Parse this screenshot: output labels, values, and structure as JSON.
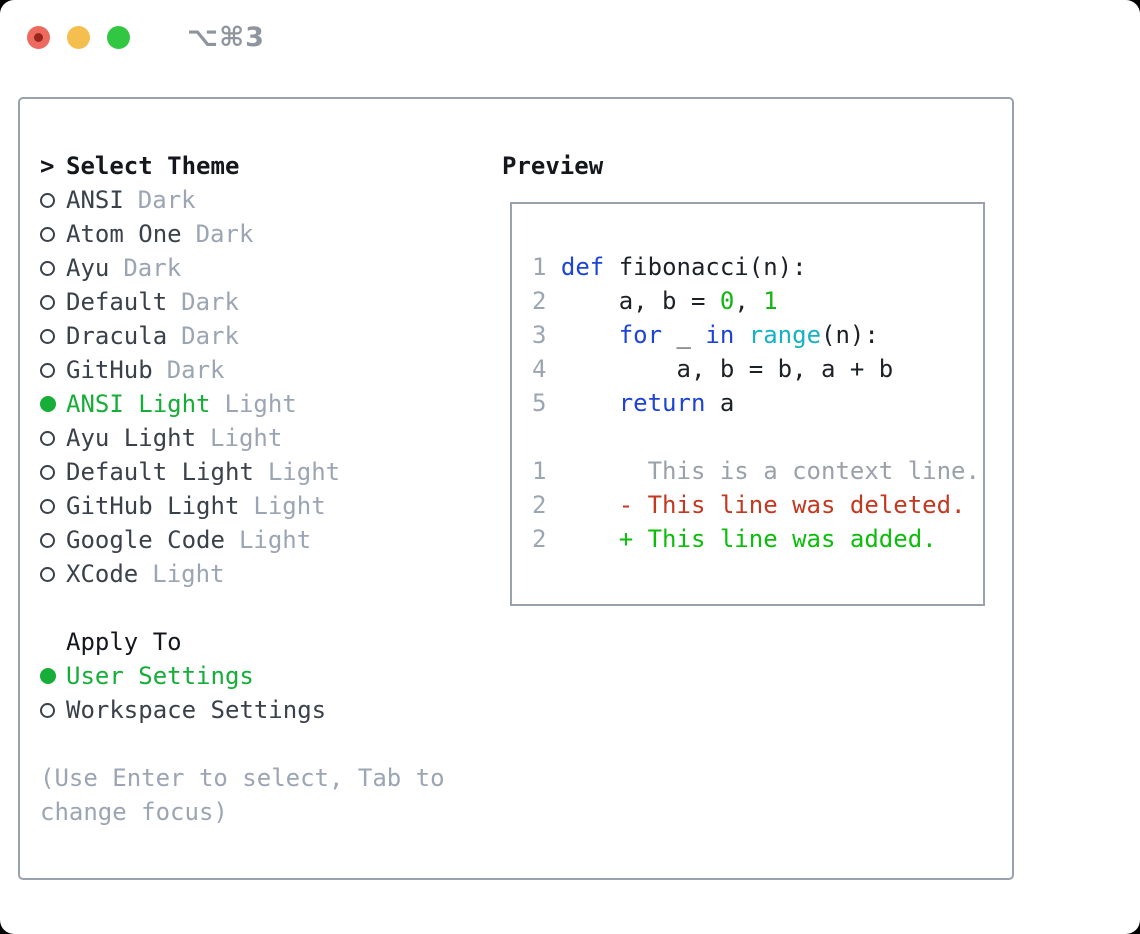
{
  "window": {
    "title": "⌥⌘3"
  },
  "titlebar_buttons": [
    {
      "name": "close",
      "color": "#ee6a5e",
      "has_inner_dot": true
    },
    {
      "name": "minimize",
      "color": "#f5bf4f",
      "has_inner_dot": false
    },
    {
      "name": "zoom",
      "color": "#32c743",
      "has_inner_dot": false
    }
  ],
  "theme_panel": {
    "prompt": ">",
    "title": "Select Theme",
    "items": [
      {
        "name": "ANSI",
        "variant": "Dark",
        "selected": false
      },
      {
        "name": "Atom One",
        "variant": "Dark",
        "selected": false
      },
      {
        "name": "Ayu",
        "variant": "Dark",
        "selected": false
      },
      {
        "name": "Default",
        "variant": "Dark",
        "selected": false
      },
      {
        "name": "Dracula",
        "variant": "Dark",
        "selected": false
      },
      {
        "name": "GitHub",
        "variant": "Dark",
        "selected": false
      },
      {
        "name": "ANSI Light",
        "variant": "Light",
        "selected": true
      },
      {
        "name": "Ayu Light",
        "variant": "Light",
        "selected": false
      },
      {
        "name": "Default Light",
        "variant": "Light",
        "selected": false
      },
      {
        "name": "GitHub Light",
        "variant": "Light",
        "selected": false
      },
      {
        "name": "Google Code",
        "variant": "Light",
        "selected": false
      },
      {
        "name": "XCode",
        "variant": "Light",
        "selected": false
      }
    ],
    "apply_to": {
      "title": "Apply To",
      "options": [
        {
          "name": "User Settings",
          "selected": true
        },
        {
          "name": "Workspace Settings",
          "selected": false
        }
      ]
    },
    "help": "(Use Enter to select, Tab to change focus)"
  },
  "preview": {
    "title": "Preview",
    "lines": [
      [
        {
          "t": "1 ",
          "c": "ln"
        },
        {
          "t": "def",
          "c": "kw"
        },
        {
          "t": " fibonacci(n):",
          "c": "plain"
        }
      ],
      [
        {
          "t": "2 ",
          "c": "ln"
        },
        {
          "t": "    a, b = ",
          "c": "plain"
        },
        {
          "t": "0",
          "c": "num"
        },
        {
          "t": ", ",
          "c": "plain"
        },
        {
          "t": "1",
          "c": "num"
        }
      ],
      [
        {
          "t": "3 ",
          "c": "ln"
        },
        {
          "t": "    ",
          "c": "plain"
        },
        {
          "t": "for",
          "c": "kw"
        },
        {
          "t": " _ ",
          "c": "plain"
        },
        {
          "t": "in",
          "c": "kw"
        },
        {
          "t": " ",
          "c": "plain"
        },
        {
          "t": "range",
          "c": "fn"
        },
        {
          "t": "(n):",
          "c": "plain"
        }
      ],
      [
        {
          "t": "4 ",
          "c": "ln"
        },
        {
          "t": "        a, b = b, a + b",
          "c": "plain"
        }
      ],
      [
        {
          "t": "5 ",
          "c": "ln"
        },
        {
          "t": "    ",
          "c": "plain"
        },
        {
          "t": "return",
          "c": "kw"
        },
        {
          "t": " a",
          "c": "plain"
        }
      ],
      [],
      [
        {
          "t": "1 ",
          "c": "ln"
        },
        {
          "t": "      This is a context line.",
          "c": "ctx"
        }
      ],
      [
        {
          "t": "2 ",
          "c": "ln"
        },
        {
          "t": "    - This line was deleted.",
          "c": "del"
        }
      ],
      [
        {
          "t": "2 ",
          "c": "ln"
        },
        {
          "t": "    + This line was added.",
          "c": "add"
        }
      ]
    ]
  },
  "colors": {
    "border": "#9aa2ad",
    "heading": "#14181d",
    "item": "#3a414a",
    "muted": "#9ba5b3",
    "green": "#16ad38",
    "code": "#1c2127",
    "kw": "#1d44d2",
    "fn": "#15b2c4",
    "num": "#13b413",
    "ctx": "#9aa1ab",
    "del": "#c23820",
    "add": "#0cbd0c",
    "title-gray": "#8e959d",
    "tl-red": "#ee6a5e",
    "tl-yellow": "#f5bf4f",
    "tl-green": "#32c743",
    "tl-red-dot": "#97271c"
  }
}
